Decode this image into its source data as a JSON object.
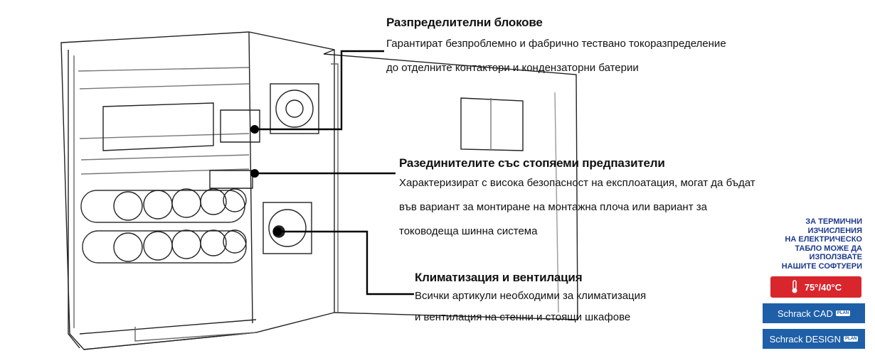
{
  "callouts": [
    {
      "title": "Разпределителни блокове",
      "lines": [
        "Гарантират безпроблемно и фабрично тествано токоразпределение",
        "до отделните контактори и кондензаторни батерии"
      ]
    },
    {
      "title": "Разединителите със стопяеми предпазители",
      "lines": [
        "Характеризират с висока безопасност на експлоатация, могат да бъдат",
        "във вариант за монтиране на монтажна плоча или вариант за",
        "тоководеща шинна система"
      ]
    },
    {
      "title": "Климатизация и вентилация",
      "lines": [
        "Всички артикули необходими за  климатизация",
        "и вентилация на стенни и стоящи шкафове"
      ]
    }
  ],
  "side_panel": {
    "lines": [
      "ЗА ТЕРМИЧНИ",
      "ИЗЧИСЛЕНИЯ",
      "НА ЕЛЕКТРИЧЕСКО",
      "ТАБЛО МОЖЕ ДА",
      "ИЗПОЛЗВАТЕ",
      "НАШИТЕ СОФТУЕРИ"
    ],
    "temperature_badge": "75°/40°C",
    "software": [
      {
        "label": "Schrack CAD",
        "tag": "PLAN"
      },
      {
        "label": "Schrack DESIGN",
        "tag": "PLAN"
      }
    ]
  },
  "colors": {
    "text_blue": "#1d3a8a",
    "badge_red": "#d9262c",
    "button_blue": "#1e5fa8"
  },
  "icons": [
    "thermometer-icon"
  ]
}
